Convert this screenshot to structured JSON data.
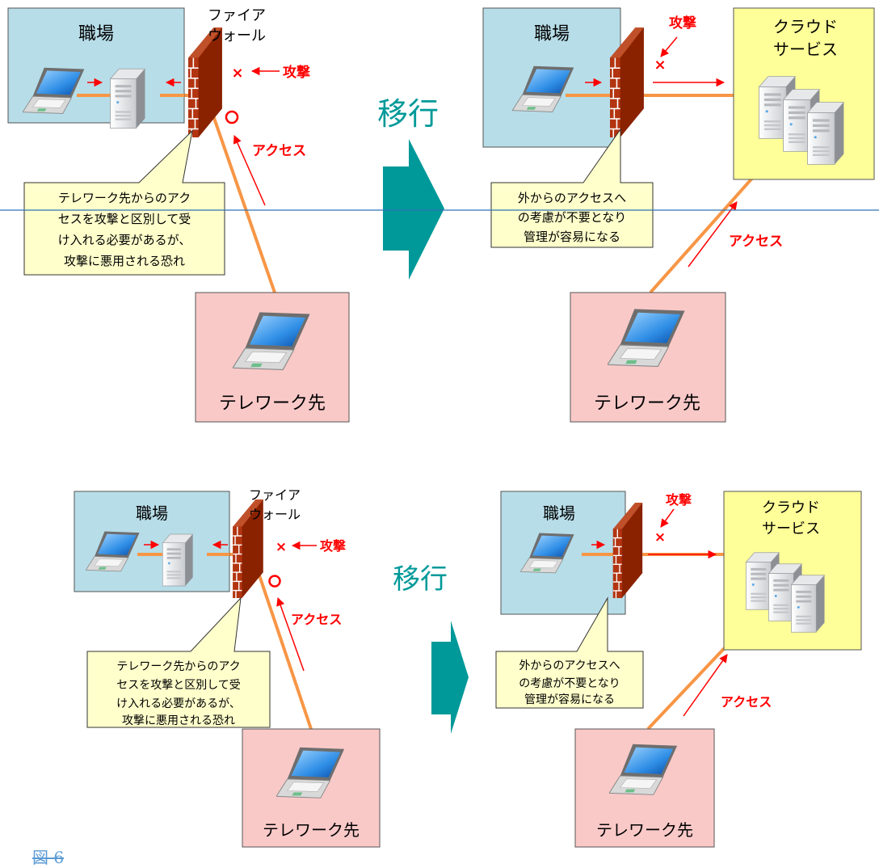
{
  "diagrams": [
    {
      "before": {
        "workplace_label": "職場",
        "firewall_label_line1": "ファイア",
        "firewall_label_line2": "ウォール",
        "attack_label": "攻撃",
        "access_label": "アクセス",
        "callout_lines": [
          "テレワーク先からのアク",
          "セスを攻撃と区別して受",
          "け入れる必要があるが、",
          "攻撃に悪用される恐れ"
        ],
        "telework_label": "テレワーク先"
      },
      "transition_label": "移行",
      "after": {
        "workplace_label": "職場",
        "cloud_label_line1": "クラウド",
        "cloud_label_line2": "サービス",
        "attack_label": "攻撃",
        "access_label": "アクセス",
        "callout_lines": [
          "外からのアクセスへ",
          "の考慮が不要となり",
          "管理が容易になる"
        ],
        "telework_label": "テレワーク先"
      }
    },
    {
      "before": {
        "workplace_label": "職場",
        "firewall_label_line1": "ファイア",
        "firewall_label_line2": "ウォール",
        "attack_label": "攻撃",
        "access_label": "アクセス",
        "callout_lines": [
          "テレワーク先からのアク",
          "セスを攻撃と区別して受",
          "け入れる必要があるが、",
          "攻撃に悪用される恐れ"
        ],
        "telework_label": "テレワーク先"
      },
      "transition_label": "移行",
      "after": {
        "workplace_label": "職場",
        "cloud_label_line1": "クラウド",
        "cloud_label_line2": "サービス",
        "attack_label": "攻撃",
        "access_label": "アクセス",
        "callout_lines": [
          "外からのアクセスへ",
          "の考慮が不要となり",
          "管理が容易になる"
        ],
        "telework_label": "テレワーク先"
      }
    }
  ],
  "caption": "図 6",
  "colors": {
    "workplace_fill": "#b7dde8",
    "cloud_fill": "#ffff99",
    "telework_fill": "#f9c9c8",
    "callout_fill": "#ffffcc",
    "firewall_red": "#a52a00",
    "link_orange": "#f79646",
    "attack_red": "#ff0000",
    "transition_teal": "#009999",
    "divider_blue": "#2e75b6"
  }
}
